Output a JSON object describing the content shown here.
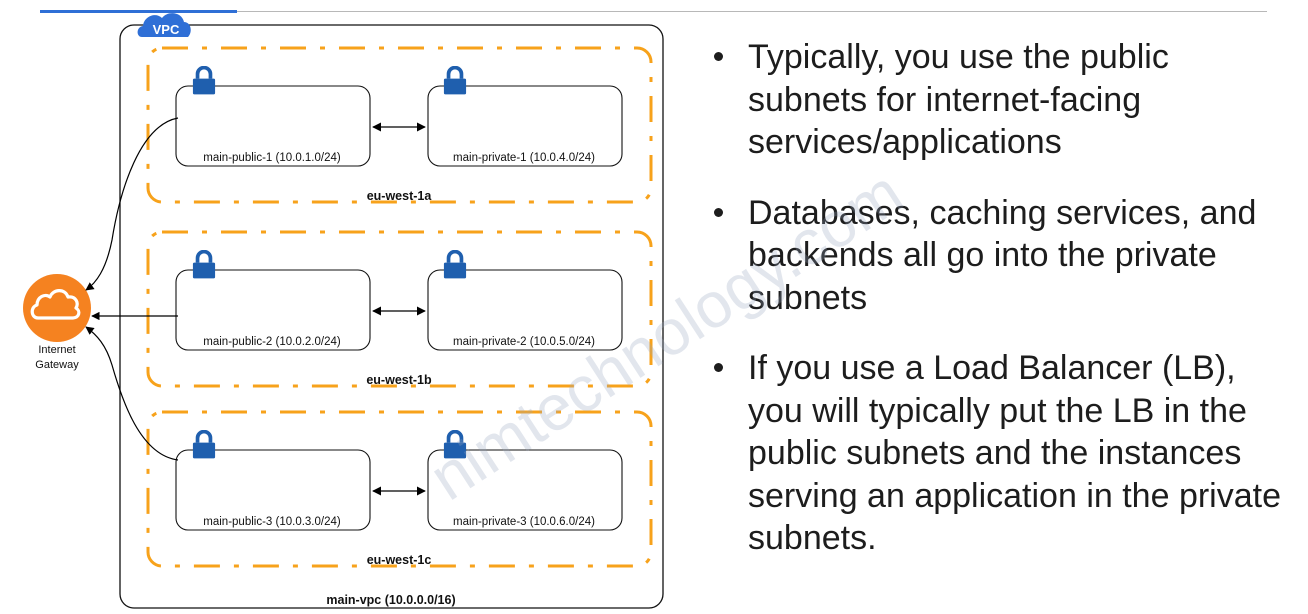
{
  "vpc": {
    "badge": "VPC",
    "label": "main-vpc (10.0.0.0/16)"
  },
  "internet_gateway": {
    "icon": "cloud-icon",
    "label_line1": "Internet",
    "label_line2": "Gateway",
    "color": "#f58220"
  },
  "zones": [
    {
      "label": "eu-west-1a",
      "public": "main-public-1 (10.0.1.0/24)",
      "private": "main-private-1 (10.0.4.0/24)"
    },
    {
      "label": "eu-west-1b",
      "public": "main-public-2 (10.0.2.0/24)",
      "private": "main-private-2 (10.0.5.0/24)"
    },
    {
      "label": "eu-west-1c",
      "public": "main-public-3 (10.0.3.0/24)",
      "private": "main-private-3 (10.0.6.0/24)"
    }
  ],
  "colors": {
    "az_border": "#f7a21b",
    "lock": "#1f5fae",
    "vpc_badge": "#2f6fd6"
  },
  "bullets": [
    "Typically, you use the public subnets for internet-facing services/applications",
    "Databases, caching services, and backends all go into the private subnets",
    "If you use a Load Balancer (LB), you will typically put the LB in the public subnets and the instances serving an application in the private subnets."
  ],
  "watermark": "nimtechnology.com"
}
